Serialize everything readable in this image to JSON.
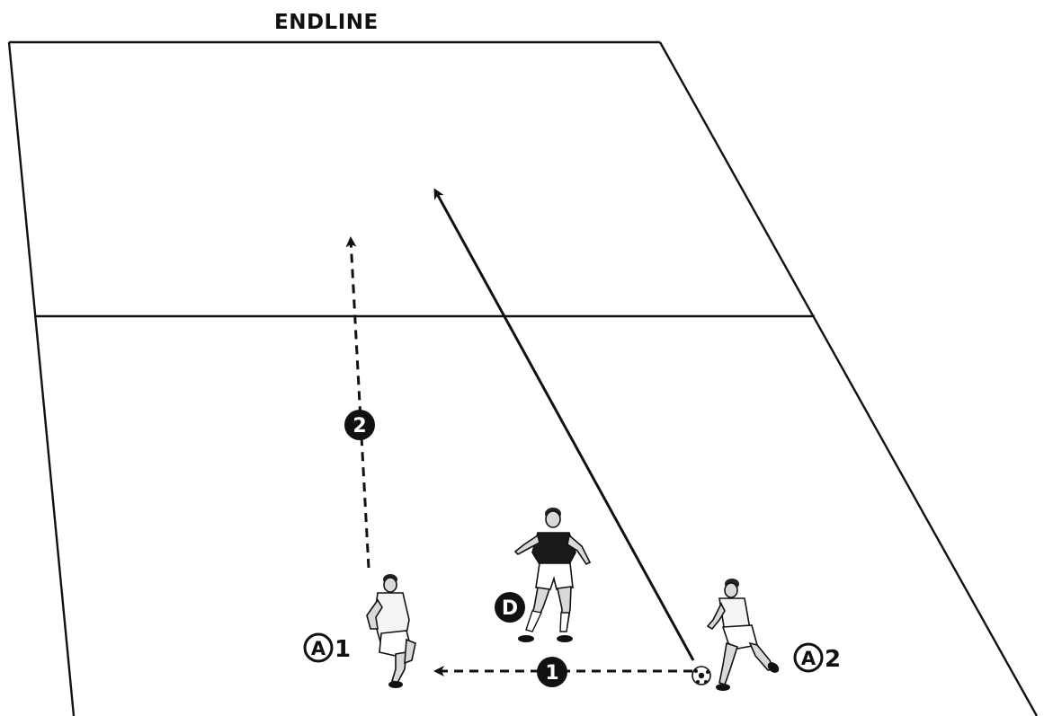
{
  "diagram": {
    "endline_label": "ENDLINE",
    "steps": [
      {
        "number": "1"
      },
      {
        "number": "2"
      }
    ],
    "players": {
      "a1": {
        "letter": "A",
        "number": "1"
      },
      "a2": {
        "letter": "A",
        "number": "2"
      },
      "defender": {
        "letter": "D"
      }
    },
    "colors": {
      "lines": "#111111",
      "background": "#ffffff",
      "defender_shirt": "#1a1a1a",
      "attacker_shirt": "#f4f4f4"
    }
  }
}
